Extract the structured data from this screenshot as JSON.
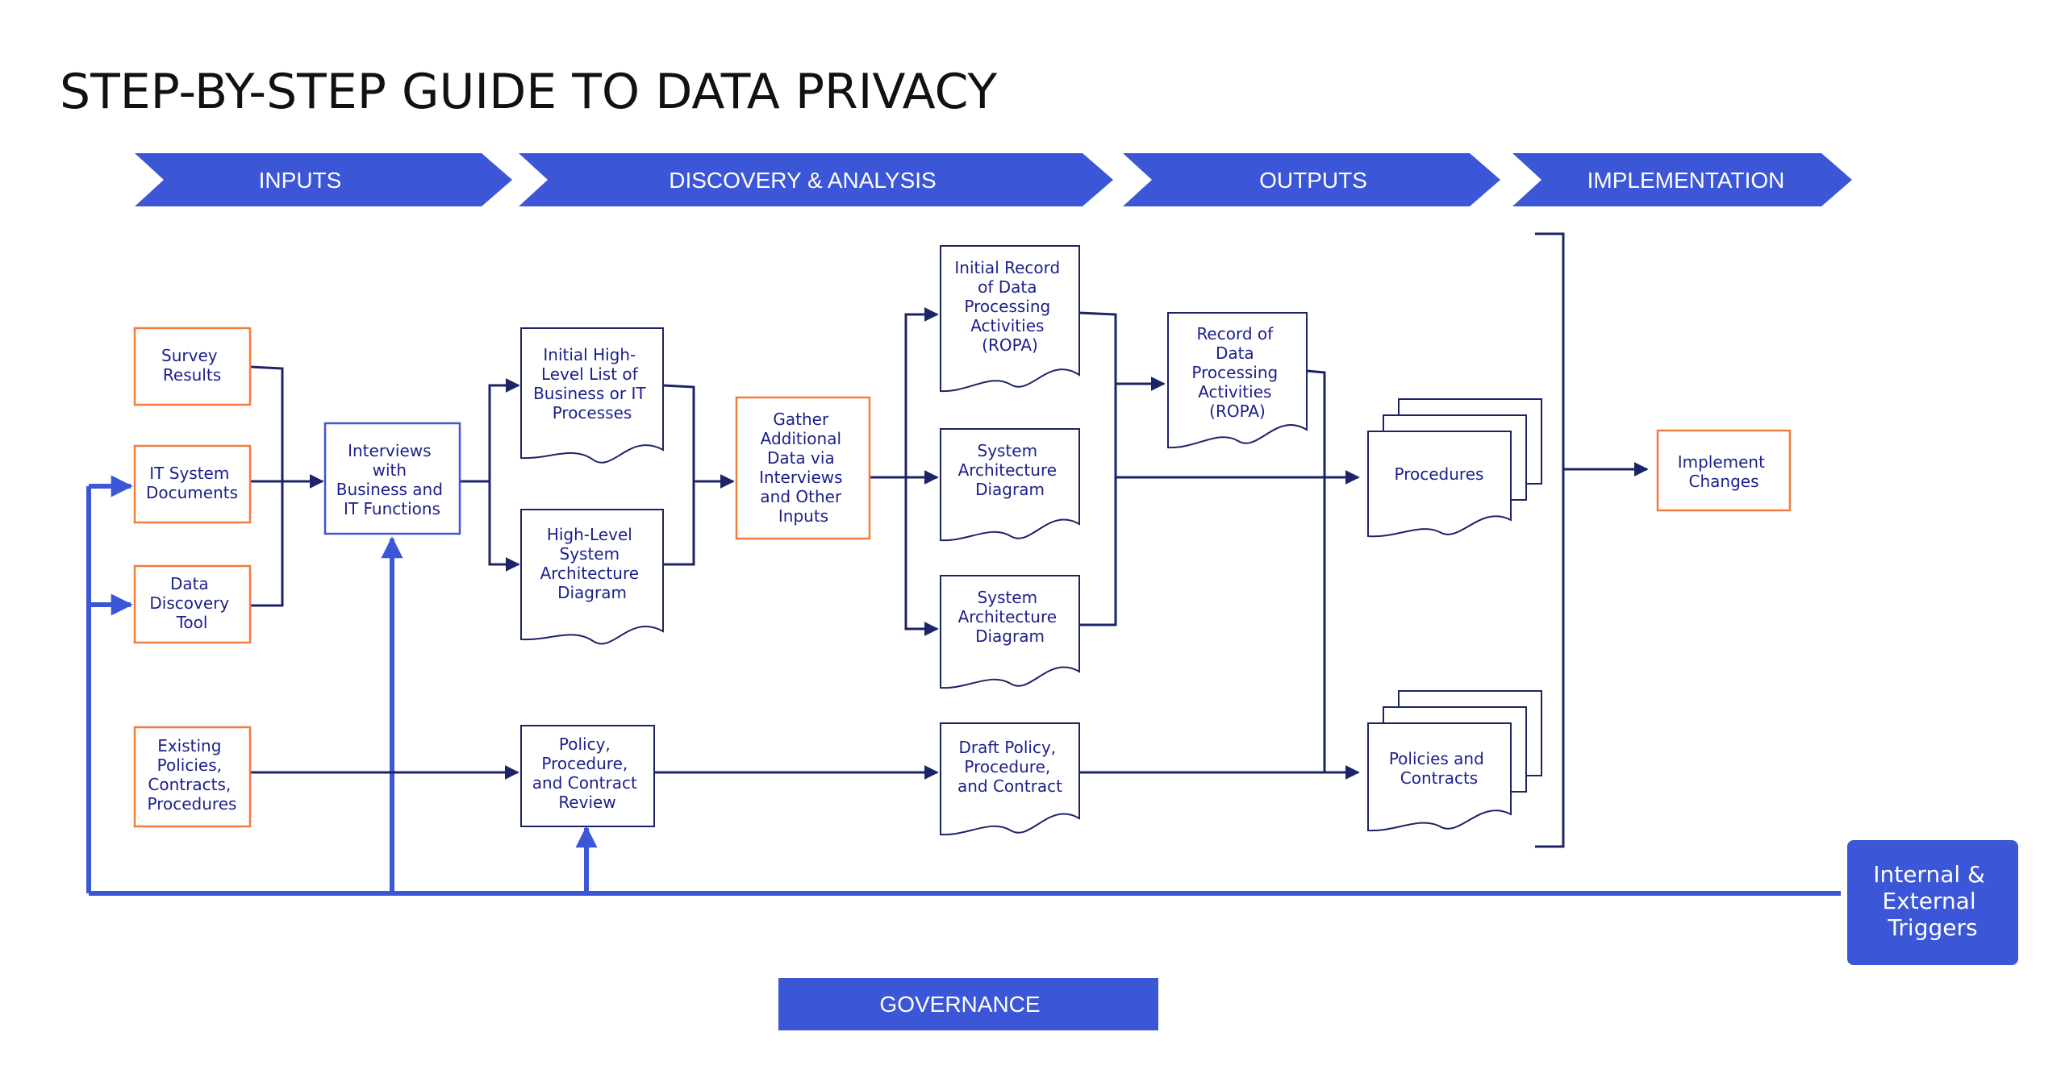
{
  "title": "STEP-BY-STEP GUIDE TO DATA PRIVACY",
  "colors": {
    "accent_blue": "#3b56d6",
    "dark_navy": "#1b2466",
    "input_orange": "#f27c3c",
    "node_text": "#1b1f8a"
  },
  "phases": {
    "inputs": "INPUTS",
    "discovery": "DISCOVERY & ANALYSIS",
    "outputs": "OUTPUTS",
    "implementation": "IMPLEMENTATION"
  },
  "inputs": {
    "survey": [
      "Survey",
      "Results"
    ],
    "it_docs": [
      "IT System",
      "Documents"
    ],
    "discovery_tool": [
      "Data",
      "Discovery",
      "Tool"
    ],
    "existing": [
      "Existing",
      "Policies,",
      "Contracts,",
      "Procedures"
    ]
  },
  "discovery": {
    "interviews": [
      "Interviews",
      "with",
      "Business and",
      "IT Functions"
    ],
    "process_list": [
      "Initial High-",
      "Level List of",
      "Business or IT",
      "Processes"
    ],
    "hl_arch": [
      "High-Level",
      "System",
      "Architecture",
      "Diagram"
    ],
    "policy_review": [
      "Policy,",
      "Procedure,",
      "and Contract",
      "Review"
    ],
    "gather": [
      "Gather",
      "Additional",
      "Data via",
      "Interviews",
      "and Other",
      "Inputs"
    ],
    "initial_ropa": [
      "Initial Record",
      "of Data",
      "Processing",
      "Activities",
      "(ROPA)"
    ],
    "sys_arch_1": [
      "System",
      "Architecture",
      "Diagram"
    ],
    "sys_arch_2": [
      "System",
      "Architecture",
      "Diagram"
    ],
    "draft_policy": [
      "Draft Policy,",
      "Procedure,",
      "and Contract"
    ]
  },
  "outputs": {
    "ropa": [
      "Record of",
      "Data",
      "Processing",
      "Activities",
      "(ROPA)"
    ],
    "procedures": [
      "Procedures"
    ],
    "policies": [
      "Policies and",
      "Contracts"
    ]
  },
  "implementation": {
    "implement": [
      "Implement",
      "Changes"
    ]
  },
  "triggers": [
    "Internal &",
    "External",
    "Triggers"
  ],
  "governance": "GOVERNANCE"
}
